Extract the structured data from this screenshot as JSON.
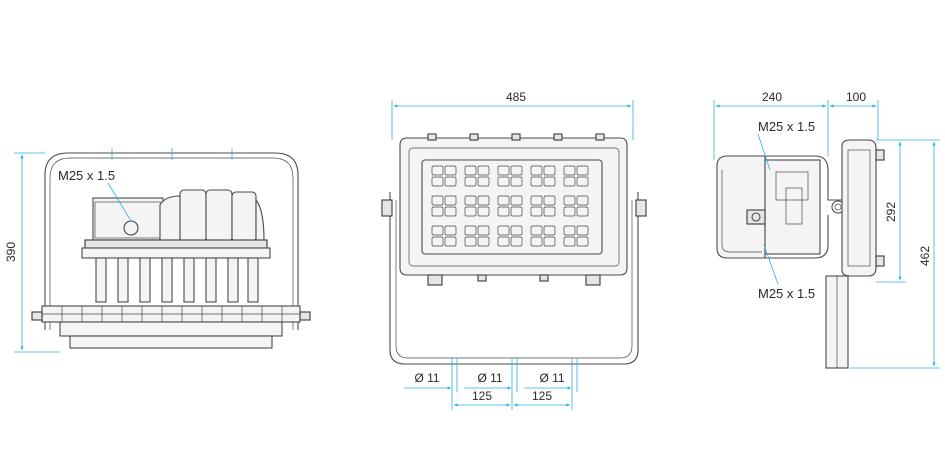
{
  "views": {
    "left": {
      "height_dim": "390",
      "thread_label": "M25 x 1.5"
    },
    "front": {
      "width_dim": "485",
      "hole_1": "Ø 11",
      "hole_2": "Ø 11",
      "hole_3": "Ø 11",
      "spacing_1": "125",
      "spacing_2": "125"
    },
    "side": {
      "depth_dim": "240",
      "bracket_dim": "100",
      "body_height_dim": "292",
      "overall_height_dim": "462",
      "thread_label_top": "M25 x 1.5",
      "thread_label_bottom": "M25 x 1.5"
    }
  },
  "colors": {
    "dimension_line": "#2ab0e6",
    "outline": "#4a4a4a"
  }
}
